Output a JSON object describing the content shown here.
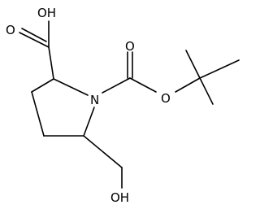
{
  "structure": {
    "atoms": {
      "ring_nitrogen": "N",
      "acid_hydroxyl": "OH",
      "acid_carbonyl_oxygen": "O",
      "carbamate_carbonyl_oxygen": "O",
      "carbamate_ether_oxygen": "O",
      "hydroxymethyl_hydroxyl": "OH"
    }
  }
}
